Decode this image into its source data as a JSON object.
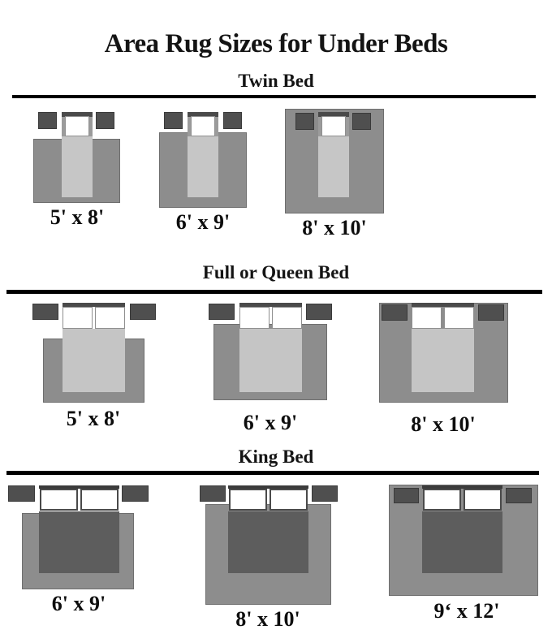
{
  "title": "Area Rug Sizes for Under Beds",
  "sections": [
    {
      "heading": "Twin Bed",
      "diagrams": [
        {
          "label": "5' x 8'"
        },
        {
          "label": "6' x 9'"
        },
        {
          "label": "8' x 10'"
        }
      ]
    },
    {
      "heading": "Full or Queen Bed",
      "diagrams": [
        {
          "label": "5' x 8'"
        },
        {
          "label": "6' x 9'"
        },
        {
          "label": "8' x 10'"
        }
      ]
    },
    {
      "heading": "King Bed",
      "diagrams": [
        {
          "label": "6' x 9'"
        },
        {
          "label": "8' x 10'"
        },
        {
          "label": "9‘ x 12'"
        }
      ]
    }
  ],
  "colors": {
    "background": "#ffffff",
    "rug": "#8d8d8d",
    "rug_border": "#6e6e6e",
    "nightstand": "#4f4f4f",
    "headboard_dark": "#4a4a4a",
    "bed_frame_gray": "#9b9b9b",
    "mattress_light": "#c6c6c6",
    "king_bed_body": "#5d5d5d",
    "pillow": "#ffffff",
    "divider_line": "#000000",
    "text": "#141414"
  }
}
